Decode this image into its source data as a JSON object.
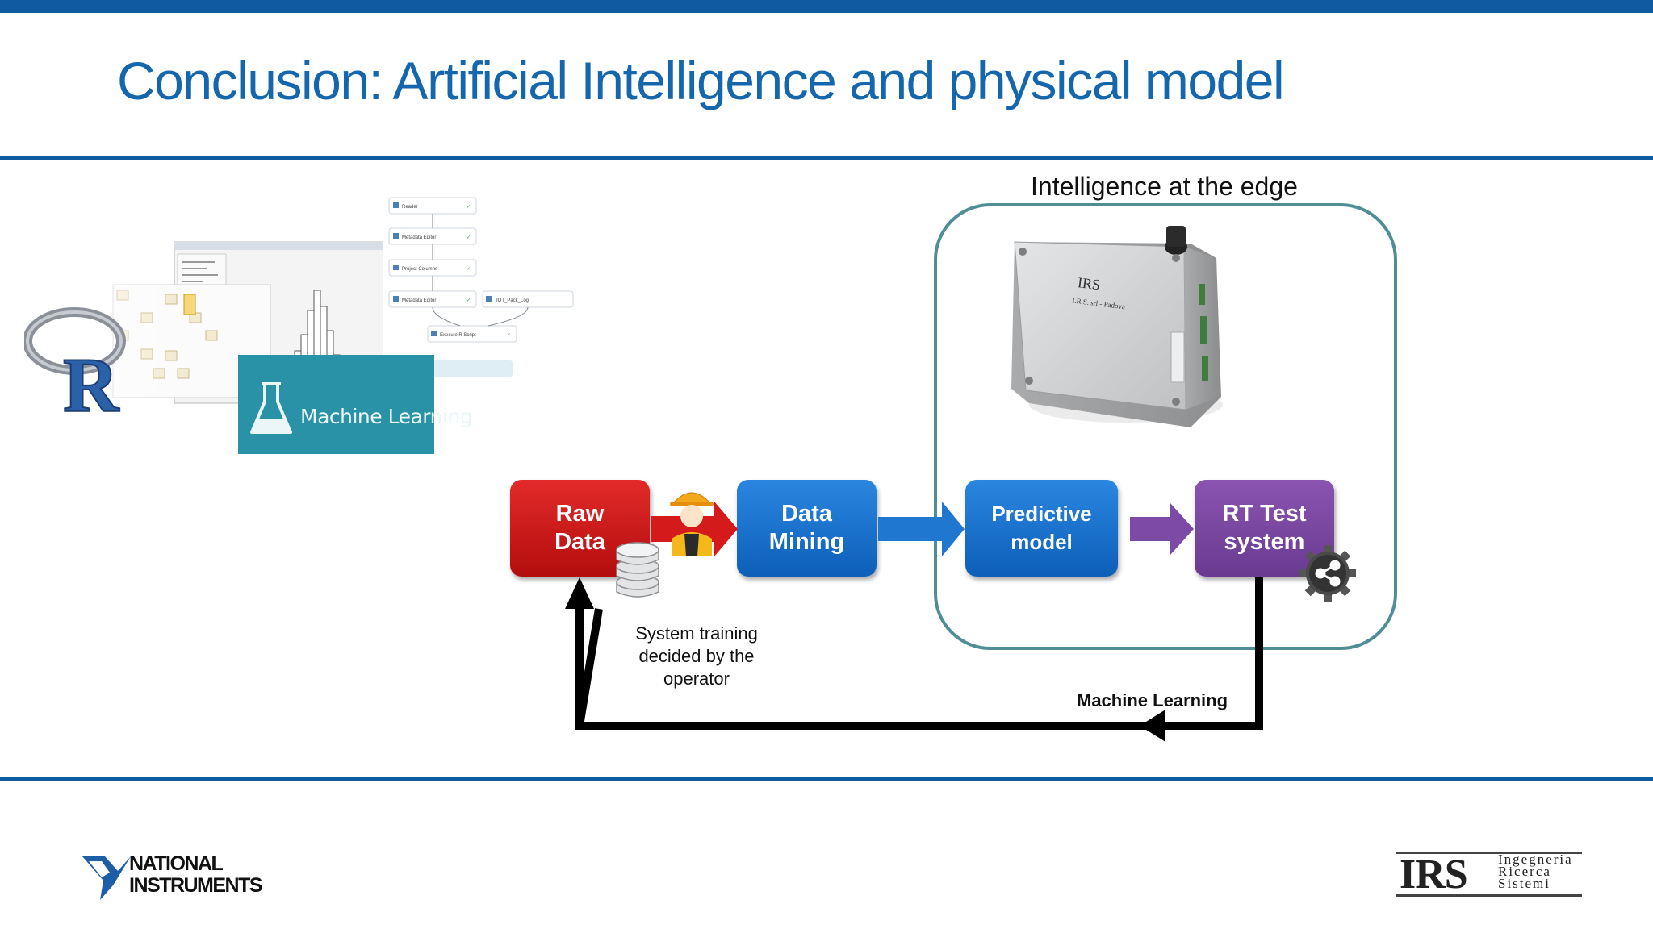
{
  "slide": {
    "title": "Conclusion: Artificial Intelligence and physical model"
  },
  "diagram": {
    "edge_label": "Intelligence at the edge",
    "boxes": {
      "raw_data": "Raw\nData",
      "data_mining": "Data\nMining",
      "predictive_model": "Predictive\nmodel",
      "rt_test_system": "RT Test\nsystem"
    },
    "caption": "System training\ndecided by the\noperator",
    "feedback_label": "Machine Learning"
  },
  "left_graphics": {
    "ml_banner_text": "Machine Learning",
    "r_logo_letter": "R",
    "workflow_nodes": [
      "Reader",
      "Metadata Editor",
      "Project Columns",
      "Metadata Editor",
      "IOT_Pack_Log",
      "Execute R Script"
    ]
  },
  "device": {
    "label_lines": [
      "IRS",
      "I.R.S. srl - Padova"
    ]
  },
  "footer": {
    "ni_logo_lines": [
      "NATIONAL",
      "INSTRUMENTS"
    ],
    "irs_logo": "IRS",
    "irs_tagline_lines": [
      "Ingegneria",
      "Ricerca",
      "Sistemi"
    ]
  },
  "colors": {
    "brand_blue": "#0f5aa0",
    "title_blue": "#1466ad",
    "raw_red": "#c81414",
    "mining_blue": "#1a72cc",
    "rt_purple": "#7a47a0",
    "edge_teal": "#4f8e95",
    "ml_teal": "#2a92a6"
  }
}
